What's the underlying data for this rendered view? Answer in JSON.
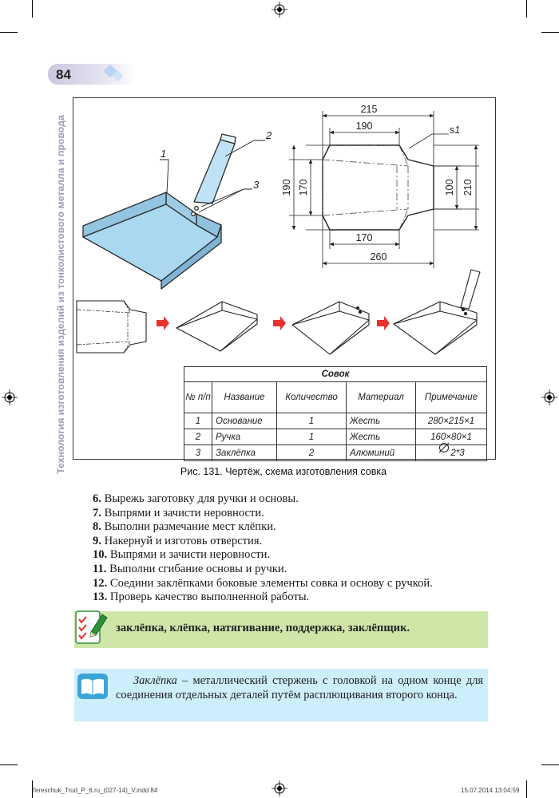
{
  "page": {
    "number": "84",
    "side_title": "Технология изготовления изделий из тонколистового металла и провода"
  },
  "figure": {
    "labels": {
      "part1": "1",
      "part2": "2",
      "part3": "3",
      "s1": "s1"
    },
    "dimensions": {
      "d215": "215",
      "d190top": "190",
      "d190left": "190",
      "d170left": "170",
      "d100": "100",
      "d210": "210",
      "d170bottom": "170",
      "d260": "260"
    },
    "table": {
      "title": "Совок",
      "headers": [
        "№ п/п",
        "Название",
        "Количество",
        "Материал",
        "Примечание"
      ],
      "rows": [
        [
          "1",
          "Основание",
          "1",
          "Жесть",
          "280×215×1"
        ],
        [
          "2",
          "Ручка",
          "1",
          "Жесть",
          "160×80×1"
        ],
        [
          "3",
          "Заклёпка",
          "2",
          "Алюминий",
          "2*3"
        ]
      ]
    },
    "caption": "Рис. 131. Чертёж, схема изготовления совка"
  },
  "steps": [
    {
      "num": "6.",
      "text": "Вырежь заготовку для ручки и основы."
    },
    {
      "num": "7.",
      "text": "Выпрями и зачисти неровности."
    },
    {
      "num": "8.",
      "text": "Выполни размечание мест клёпки."
    },
    {
      "num": "9.",
      "text": "Накернуй и изготовь отверстия."
    },
    {
      "num": "10.",
      "text": "Выпрями и зачисти неровности."
    },
    {
      "num": "11.",
      "text": "Выполни сгибание основы и ручки."
    },
    {
      "num": "12.",
      "text": "Соедини заклёпками боковые элементы совка и основу с ручкой."
    },
    {
      "num": "13.",
      "text": "Проверь качество выполненной работы."
    }
  ],
  "keywords": "заклёпка, клёпка, натягивание, поддержка, заклёпщик.",
  "definition": {
    "term": "Заклёпка",
    "text": " – металлический стержень с головкой на одном конце для соединения отдельных деталей путём расплющивания второго конца."
  },
  "footer": {
    "file": "Tereschuk_Trud_P_6.ru_(027-14)_V.indd   84",
    "date": "15.07.2014   13:04:59"
  },
  "colors": {
    "keyword_box": "#cfe6a9",
    "definition_box": "#cdeefb",
    "side_title": "#9d9ab7",
    "arrow": "#e8322e",
    "dustpan": "#a9d8f0"
  }
}
